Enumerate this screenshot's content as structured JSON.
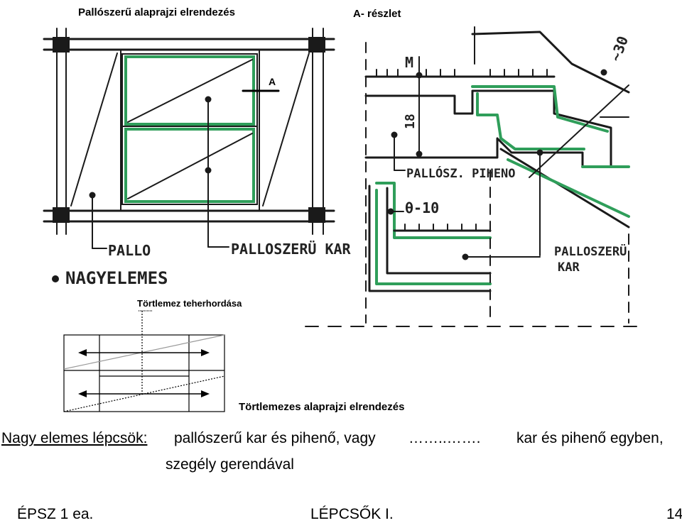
{
  "plan": {
    "title": "Pallószerű alaprajzi elrendezés",
    "section_marker": "A",
    "labels": {
      "pallo": "PALLO",
      "palloszeru_kar": "PALLOSZERÜ KAR",
      "nagyelemes": "NAGYELEMES"
    }
  },
  "section": {
    "title": "A- részlet",
    "labels": {
      "m": "M",
      "dim_18": "18",
      "slope": "~30",
      "pihenő": "PALLÓSZ. PIHENO",
      "thickness": "θ-10",
      "kar_line1": "PALLOSZERÜ",
      "kar_line2": "KAR"
    }
  },
  "slab": {
    "caption_top": "Törtlemez teherhordása",
    "caption_bottom": "Törtlemezes alaprajzi elrendezés"
  },
  "main_text": {
    "lead": "Nagy elemes lépcsök:",
    "part1": "pallószerű kar és pihenő, vagy",
    "dots": "……..…….",
    "part2": "kar és pihenő egyben,",
    "line2": "szegély gerendával"
  },
  "footer": {
    "left": "ÉPSZ 1 ea.",
    "center": "LÉPCSŐK I.",
    "page": "14"
  },
  "colors": {
    "green": "#2f9e5a",
    "ink": "#1a1a1a"
  }
}
